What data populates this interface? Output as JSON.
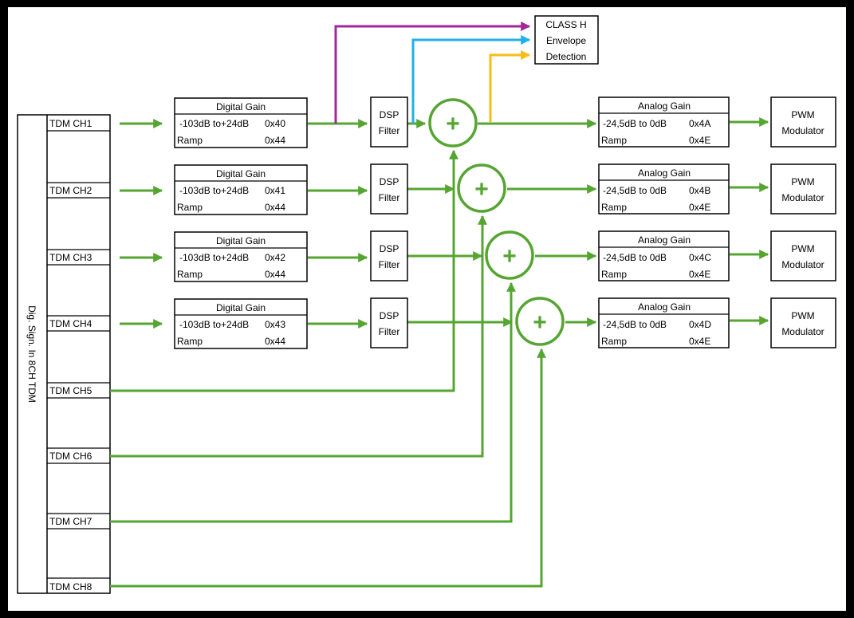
{
  "source_label": "Dig. Sign. In 8CH TDM",
  "channels": [
    "TDM CH1",
    "TDM CH2",
    "TDM CH3",
    "TDM CH4",
    "TDM CH5",
    "TDM CH6",
    "TDM CH7",
    "TDM CH8"
  ],
  "digital_gain": [
    {
      "title": "Digital Gain",
      "range": "-103dB to+24dB",
      "range_reg": "0x40",
      "ramp": "Ramp",
      "ramp_reg": "0x44"
    },
    {
      "title": "Digital Gain",
      "range": "-103dB to+24dB",
      "range_reg": "0x41",
      "ramp": "Ramp",
      "ramp_reg": "0x44"
    },
    {
      "title": "Digital Gain",
      "range": "-103dB to+24dB",
      "range_reg": "0x42",
      "ramp": "Ramp",
      "ramp_reg": "0x44"
    },
    {
      "title": "Digital Gain",
      "range": "-103dB to+24dB",
      "range_reg": "0x43",
      "ramp": "Ramp",
      "ramp_reg": "0x44"
    }
  ],
  "dsp_filter": {
    "line1": "DSP",
    "line2": "Filter"
  },
  "adder_symbol": "+",
  "analog_gain": [
    {
      "title": "Analog Gain",
      "range": "-24,5dB to 0dB",
      "range_reg": "0x4A",
      "ramp": "Ramp",
      "ramp_reg": "0x4E"
    },
    {
      "title": "Analog Gain",
      "range": "-24,5dB to 0dB",
      "range_reg": "0x4B",
      "ramp": "Ramp",
      "ramp_reg": "0x4E"
    },
    {
      "title": "Analog Gain",
      "range": "-24,5dB to 0dB",
      "range_reg": "0x4C",
      "ramp": "Ramp",
      "ramp_reg": "0x4E"
    },
    {
      "title": "Analog Gain",
      "range": "-24,5dB to 0dB",
      "range_reg": "0x4D",
      "ramp": "Ramp",
      "ramp_reg": "0x4E"
    }
  ],
  "pwm": {
    "line1": "PWM",
    "line2": "Modulator"
  },
  "class_h": {
    "line1": "CLASS H",
    "line2": "Envelope",
    "line3": "Detection"
  },
  "colors": {
    "signal": "#55a531",
    "tap_purple": "#a0289a",
    "tap_blue": "#1eb0ea",
    "tap_orange": "#f9bc15",
    "background": "#000000",
    "canvas": "#ffffff"
  }
}
